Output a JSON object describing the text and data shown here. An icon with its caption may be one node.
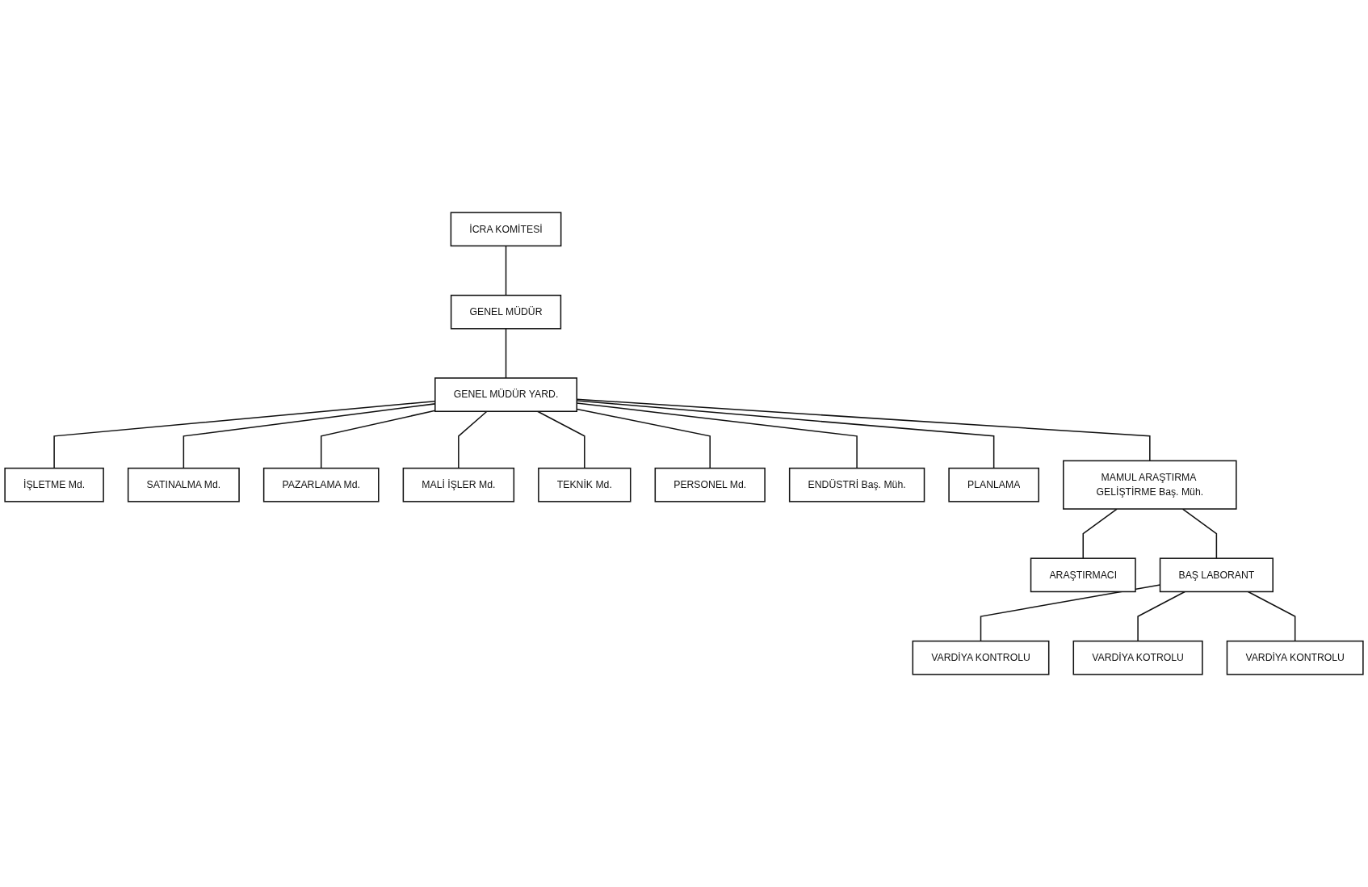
{
  "diagram": {
    "nodes": [
      {
        "text": [
          "İCRA KOMİTESİ"
        ]
      },
      {
        "text": [
          "GENEL MÜDÜR"
        ]
      },
      {
        "text": [
          "GENEL MÜDÜR YARD."
        ]
      },
      {
        "text": [
          "İŞLETME Md."
        ]
      },
      {
        "text": [
          "SATINALMA Md."
        ]
      },
      {
        "text": [
          "PAZARLAMA Md."
        ]
      },
      {
        "text": [
          "MALİ İŞLER Md."
        ]
      },
      {
        "text": [
          "TEKNİK Md."
        ]
      },
      {
        "text": [
          "PERSONEL Md."
        ]
      },
      {
        "text": [
          "ENDÜSTRİ Baş. Müh."
        ]
      },
      {
        "text": [
          "PLANLAMA"
        ]
      },
      {
        "text": [
          "MAMUL ARAŞTIRMA GELİŞTİRME Baş. Müh."
        ]
      },
      {
        "text": [
          "ARAŞTIRMACI"
        ]
      },
      {
        "text": [
          "BAŞ LABORANT"
        ]
      },
      {
        "text": [
          "VARDİYA KONTROLU"
        ]
      },
      {
        "text": [
          "VARDİYA KOTROLU"
        ]
      },
      {
        "text": [
          "VARDİYA KONTROLU"
        ]
      }
    ],
    "edges": [
      {
        "from": 0,
        "to": 1,
        "arrow": "none"
      },
      {
        "from": 1,
        "to": 2,
        "arrow": "none"
      },
      {
        "from": 2,
        "to": 3,
        "arrow": "none"
      },
      {
        "from": 2,
        "to": 4,
        "arrow": "none"
      },
      {
        "from": 2,
        "to": 5,
        "arrow": "none"
      },
      {
        "from": 2,
        "to": 6,
        "arrow": "none"
      },
      {
        "from": 2,
        "to": 7,
        "arrow": "none"
      },
      {
        "from": 2,
        "to": 8,
        "arrow": "none"
      },
      {
        "from": 2,
        "to": 9,
        "arrow": "none"
      },
      {
        "from": 2,
        "to": 10,
        "arrow": "none"
      },
      {
        "from": 2,
        "to": 11,
        "arrow": "none"
      },
      {
        "from": 11,
        "to": 12,
        "arrow": "none"
      },
      {
        "from": 11,
        "to": 13,
        "arrow": "none"
      },
      {
        "from": 13,
        "to": 14,
        "arrow": "none"
      },
      {
        "from": 13,
        "to": 15,
        "arrow": "none"
      },
      {
        "from": 13,
        "to": 16,
        "arrow": "none"
      }
    ]
  }
}
